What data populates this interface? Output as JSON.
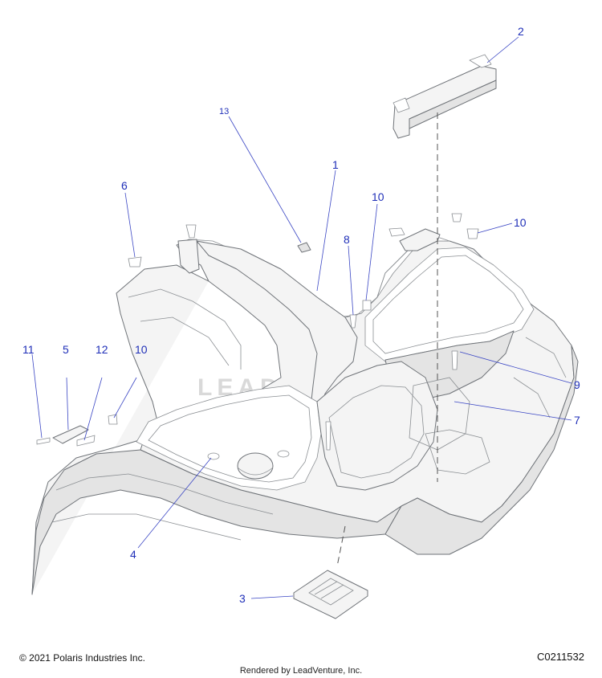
{
  "callouts": [
    {
      "id": "c1",
      "label": "1"
    },
    {
      "id": "c2",
      "label": "2"
    },
    {
      "id": "c3",
      "label": "3"
    },
    {
      "id": "c4",
      "label": "4"
    },
    {
      "id": "c5",
      "label": "5"
    },
    {
      "id": "c6",
      "label": "6"
    },
    {
      "id": "c7",
      "label": "7"
    },
    {
      "id": "c8",
      "label": "8"
    },
    {
      "id": "c9",
      "label": "9"
    },
    {
      "id": "c10a",
      "label": "10"
    },
    {
      "id": "c10b",
      "label": "10"
    },
    {
      "id": "c10c",
      "label": "10"
    },
    {
      "id": "c11",
      "label": "11"
    },
    {
      "id": "c12",
      "label": "12"
    },
    {
      "id": "c13",
      "label": "13"
    }
  ],
  "watermark": "LEADVENTURE",
  "footer": {
    "copyright": "© 2021 Polaris Industries Inc.",
    "diagram_code": "C0211532",
    "rendered_by": "Rendered by LeadVenture, Inc."
  },
  "colors": {
    "callout": "#1f2fb8",
    "line": "#6f7378",
    "fill": "#f4f4f4"
  }
}
